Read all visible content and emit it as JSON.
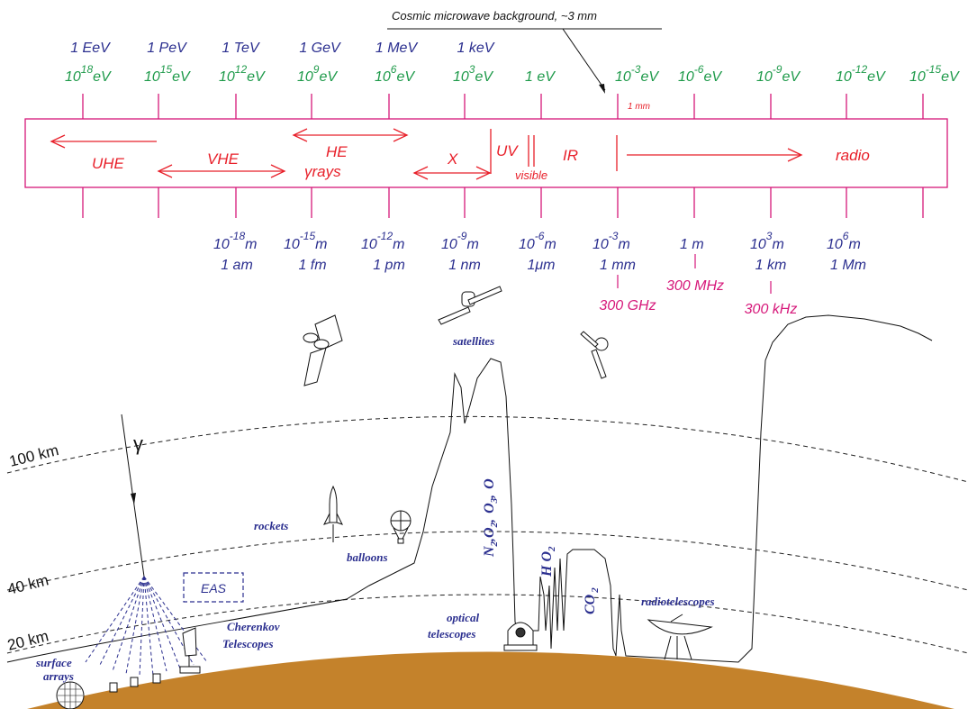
{
  "cmb_label": "Cosmic microwave background, ~3 mm",
  "energy_units": [
    "1 EeV",
    "1 PeV",
    "1 TeV",
    "1 GeV",
    "1 MeV",
    "1 keV"
  ],
  "energy_ev": [
    {
      "base": "10",
      "exp": "18",
      "unit": "eV"
    },
    {
      "base": "10",
      "exp": "15",
      "unit": "eV"
    },
    {
      "base": "10",
      "exp": "12",
      "unit": "eV"
    },
    {
      "base": "10",
      "exp": "9",
      "unit": "eV"
    },
    {
      "base": "10",
      "exp": "6",
      "unit": "eV"
    },
    {
      "base": "10",
      "exp": "3",
      "unit": "eV"
    },
    {
      "base": "1 eV",
      "exp": "",
      "unit": ""
    },
    {
      "base": "10",
      "exp": "-3",
      "unit": "eV"
    },
    {
      "base": "10",
      "exp": "-6",
      "unit": "eV"
    },
    {
      "base": "10",
      "exp": "-9",
      "unit": "eV"
    },
    {
      "base": "10",
      "exp": "-12",
      "unit": "eV"
    },
    {
      "base": "10",
      "exp": "-15",
      "unit": "eV"
    }
  ],
  "mm_tick": "1 mm",
  "bands": {
    "uhe": "UHE",
    "vhe": "VHE",
    "he": "HE",
    "gamma": "γ",
    "rays": "rays",
    "x": "X",
    "uv": "UV",
    "visible": "visible",
    "ir": "IR",
    "radio": "radio"
  },
  "wavelengths": [
    {
      "base": "10",
      "exp": "-18",
      "unit": "m",
      "name": "1 am"
    },
    {
      "base": "10",
      "exp": "-15",
      "unit": "m",
      "name": "1 fm"
    },
    {
      "base": "10",
      "exp": "-12",
      "unit": "m",
      "name": "1 pm"
    },
    {
      "base": "10",
      "exp": "-9",
      "unit": "m",
      "name": "1 nm"
    },
    {
      "base": "10",
      "exp": "-6",
      "unit": "m",
      "name": "1μm"
    },
    {
      "base": "10",
      "exp": "-3",
      "unit": "m",
      "name": "1 mm"
    },
    {
      "base": "1 m",
      "exp": "",
      "unit": "",
      "name": ""
    },
    {
      "base": "10",
      "exp": "3",
      "unit": "m",
      "name": "1 km"
    },
    {
      "base": "10",
      "exp": "6",
      "unit": "m",
      "name": "1 Mm"
    }
  ],
  "frequencies": [
    "300 GHz",
    "300 MHz",
    "300 kHz"
  ],
  "altitudes": [
    "100 km",
    "40 km",
    "20 km"
  ],
  "gamma": "γ",
  "labels": {
    "satellites": "satellites",
    "rockets": "rockets",
    "balloons": "balloons",
    "eas": "EAS",
    "cherenkov1": "Cherenkov",
    "cherenkov2": "Telescopes",
    "surface1": "surface",
    "surface2": "arrays",
    "optical1": "optical",
    "optical2": "telescopes",
    "radiotelescopes": "radiotelescopes"
  },
  "molecules": {
    "n2o2": [
      "N",
      "2",
      ",",
      "O",
      "2",
      ",",
      "O",
      "3",
      ",",
      "O"
    ],
    "h2o": [
      "H",
      "O",
      "2"
    ],
    "co2": [
      "CO",
      "2"
    ]
  },
  "colors": {
    "blue": "#2b2f8f",
    "green": "#1e9a4a",
    "red": "#e8202a",
    "magenta": "#d6187a",
    "earth": "#c4822b"
  }
}
